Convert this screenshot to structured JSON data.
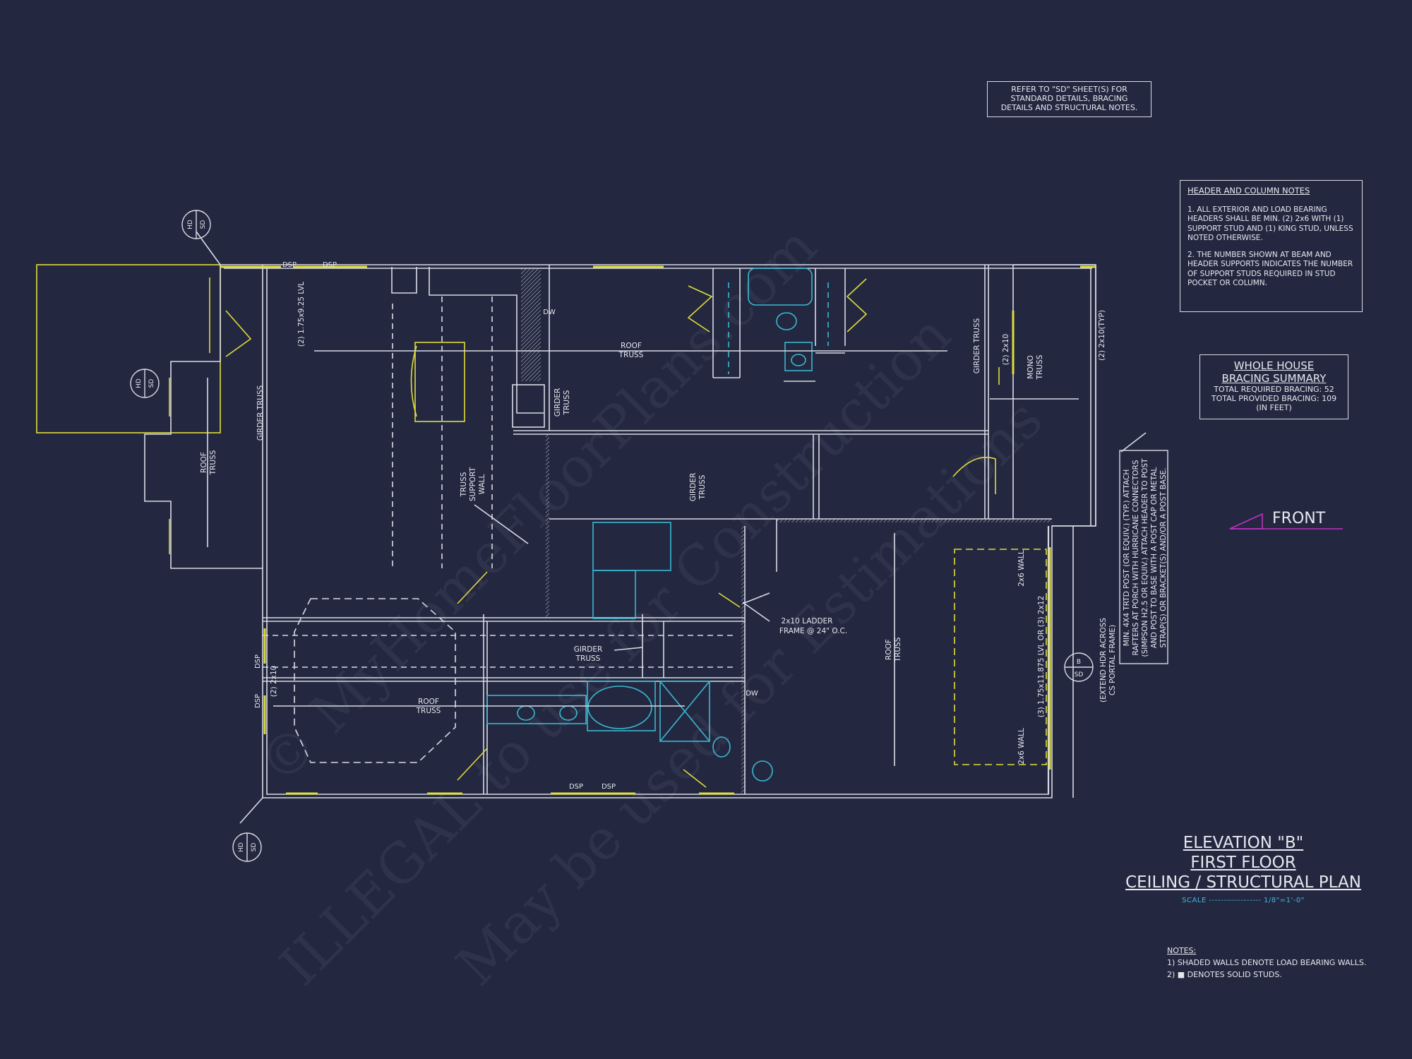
{
  "refer_note": [
    "REFER TO \"SD\" SHEET(S) FOR",
    "STANDARD DETAILS, BRACING",
    "DETAILS AND STRUCTURAL NOTES."
  ],
  "header_notes": {
    "title": "HEADER AND COLUMN NOTES",
    "note1": "1. ALL EXTERIOR AND LOAD BEARING HEADERS SHALL BE MIN. (2) 2x6 WITH (1) SUPPORT STUD AND (1) KING STUD, UNLESS NOTED OTHERWISE.",
    "note2": "2. THE NUMBER SHOWN AT BEAM AND HEADER SUPPORTS INDICATES THE NUMBER OF SUPPORT STUDS REQUIRED IN STUD POCKET OR COLUMN."
  },
  "bracing": {
    "title1": "WHOLE HOUSE",
    "title2": "BRACING SUMMARY",
    "required": "TOTAL REQUIRED BRACING: 52",
    "provided": "TOTAL PROVIDED BRACING: 109",
    "units": "(IN FEET)"
  },
  "front_label": "FRONT",
  "title_block": {
    "line1": "ELEVATION \"B\"",
    "line2": "FIRST FLOOR",
    "line3": "CEILING / STRUCTURAL PLAN",
    "scale": "SCALE ------------------ 1/8\"=1'-0\""
  },
  "notes": {
    "title": "NOTES:",
    "n1": "1) SHADED WALLS DENOTE LOAD BEARING WALLS.",
    "n2": "2) ■ DENOTES SOLID STUDS."
  },
  "plan_labels": {
    "roof_truss": [
      "ROOF",
      "TRUSS"
    ],
    "girder_truss": [
      "GIRDER",
      "TRUSS"
    ],
    "girder_truss_v": "GIRDER TRUSS",
    "truss_support_wall": [
      "TRUSS",
      "SUPPORT",
      "WALL"
    ],
    "mono_truss": [
      "MONO",
      "TRUSS"
    ],
    "lvl_top": "(2) 1.75x9.25 LVL",
    "two_2x10": "(2) 2x10",
    "two_2x10_typ": "(2) 2x10(TYP)",
    "lvl_garage": "(3) 1.75x11.875 LVL OR (3) 2x12",
    "ladder": [
      "2x10 LADDER",
      "FRAME @ 24\" O.C."
    ],
    "dsp": "DSP",
    "wall_2x6": "2x6 WALL",
    "extend_hdr": [
      "(EXTEND HDR ACROSS",
      "CS PORTAL FRAME)"
    ],
    "post_note": [
      "MIN. 4X4 TRTD POST (OR EQUIV.) (TYP.) ATTACH",
      "RAFTERS AT PORCH WITH HURRICANE CONNECTORS",
      "(SIMPSON H2.5 OR EQUIV.) ATTACH HEADER TO POST",
      "AND POST TO BASE WITH A POST CAP OR METAL",
      "STRAP(S) OR BRACKET(S) AND/OR A POST BASE."
    ],
    "hd": "HD",
    "sd": "SD",
    "b": "B",
    "dw": "DW"
  },
  "watermark": {
    "line1": "© MyHomeFloorPlans.com",
    "line2": "ILLEGAL to use for Construction",
    "line3": "May be used for Estimations"
  },
  "colors": {
    "background": "#232840",
    "wall": "#d8dbe4",
    "yellow": "#e0dc3a",
    "cyan": "#38b8d0",
    "magenta": "#c030c0"
  }
}
